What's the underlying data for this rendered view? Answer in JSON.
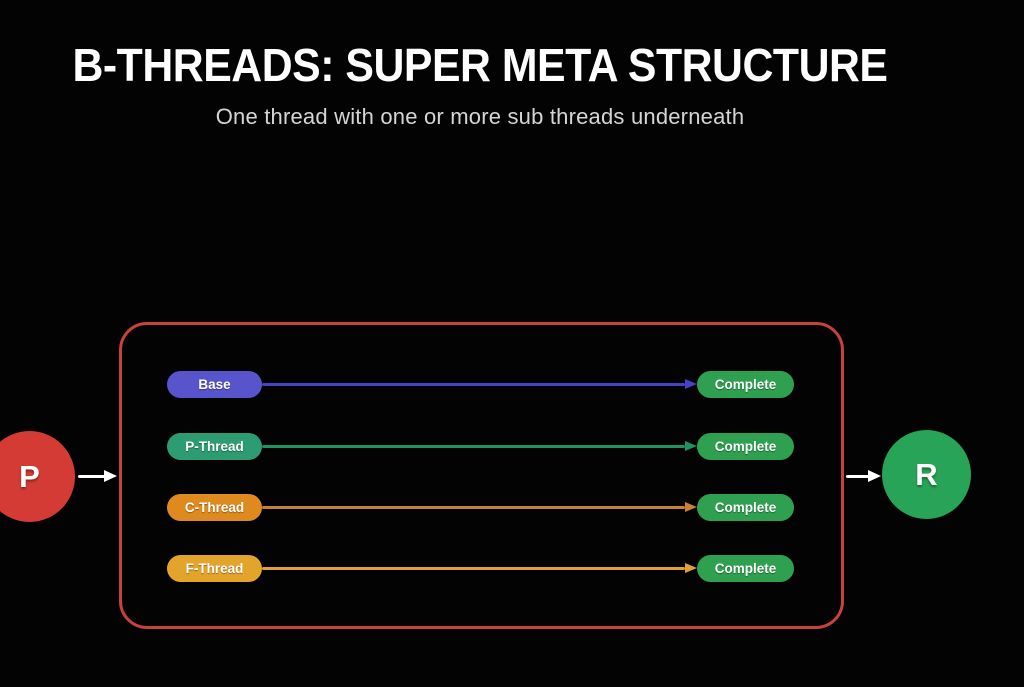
{
  "page": {
    "background_color": "#030303"
  },
  "header": {
    "title": "B-THREADS: SUPER META STRUCTURE",
    "subtitle": "One thread with one or more sub threads underneath",
    "title_color": "#ffffff",
    "subtitle_color": "#d5d5d5"
  },
  "diagram": {
    "container_border_color": "#c7423b",
    "connector_color": "#ffffff",
    "source_node": {
      "label": "P",
      "color": "#d43b34"
    },
    "result_node": {
      "label": "R",
      "color": "#27a457"
    },
    "rows": [
      {
        "label": "Base",
        "pill_color": "#5854cb",
        "line_color": "#4642c6",
        "status": "Complete",
        "status_color": "#2ea050"
      },
      {
        "label": "P-Thread",
        "pill_color": "#2e9c72",
        "line_color": "#1f9460",
        "status": "Complete",
        "status_color": "#2ea050"
      },
      {
        "label": "C-Thread",
        "pill_color": "#de8a1e",
        "line_color": "#c98033",
        "status": "Complete",
        "status_color": "#2ea050"
      },
      {
        "label": "F-Thread",
        "pill_color": "#e3a42b",
        "line_color": "#dfa23b",
        "status": "Complete",
        "status_color": "#2ea050"
      }
    ]
  }
}
